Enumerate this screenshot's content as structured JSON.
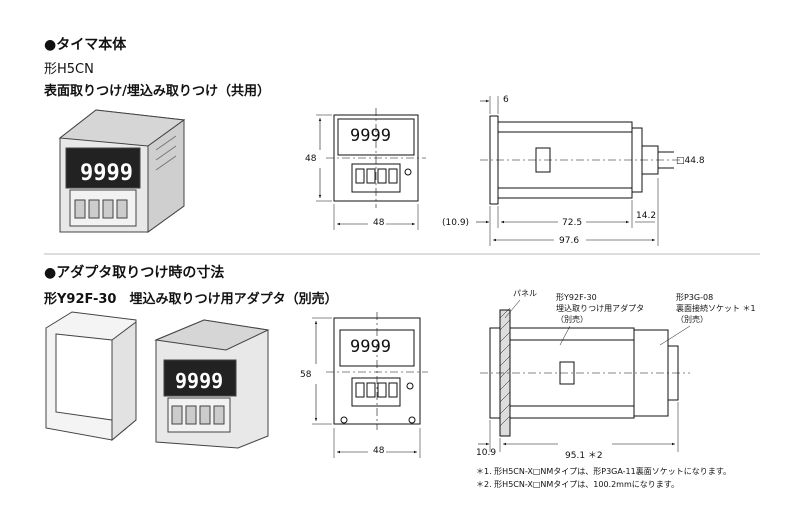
{
  "section1": {
    "heading": "●タイマ本体",
    "model": "形H5CN",
    "mount": "表面取りつけ/埋込み取りつけ（共用）"
  },
  "section2": {
    "heading": "●アダプタ取りつけ時の寸法",
    "model": "形Y92F-30　埋込み取りつけ用アダプタ（別売）"
  },
  "display_value": "9999",
  "dims_top": {
    "height": "48",
    "width": "48",
    "panel_thk": "6",
    "side_a": "(10.9)",
    "side_b": "72.5",
    "side_c": "14.2",
    "total": "97.6",
    "square": "□44.8"
  },
  "dims_bottom": {
    "height": "58",
    "width": "48",
    "left": "10.9",
    "depth": "95.1 ＊2"
  },
  "labels": {
    "panel": "パネル",
    "adapter_l1": "形Y92F-30",
    "adapter_l2": "埋込取りつけ用アダプタ",
    "adapter_l3": "（別売）",
    "socket_l1": "形P3G-08",
    "socket_l2": "裏面接続ソケット ＊1",
    "socket_l3": "（別売）"
  },
  "notes": [
    "＊1. 形H5CN-X□NMタイプは、形P3GA-11裏面ソケットになります。",
    "＊2. 形H5CN-X□NMタイプは、100.2mmになります。"
  ]
}
